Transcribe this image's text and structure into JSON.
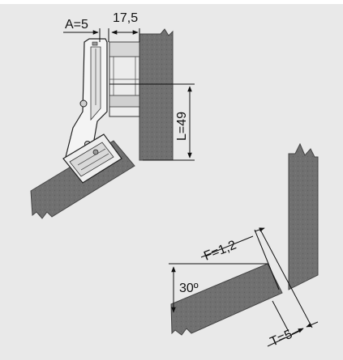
{
  "colors": {
    "background": "#e9e9e9",
    "panel": "#6e6e6e",
    "panel_dark": "#555555",
    "hinge_metal": "#f2f2f2",
    "line": "#111111"
  },
  "upper_diagram": {
    "dim_a": "A=5",
    "dim_width": "17,5",
    "dim_length": "L=49"
  },
  "lower_diagram": {
    "dim_f": "F=1,2",
    "dim_angle": "30º",
    "dim_t": "T=5"
  }
}
